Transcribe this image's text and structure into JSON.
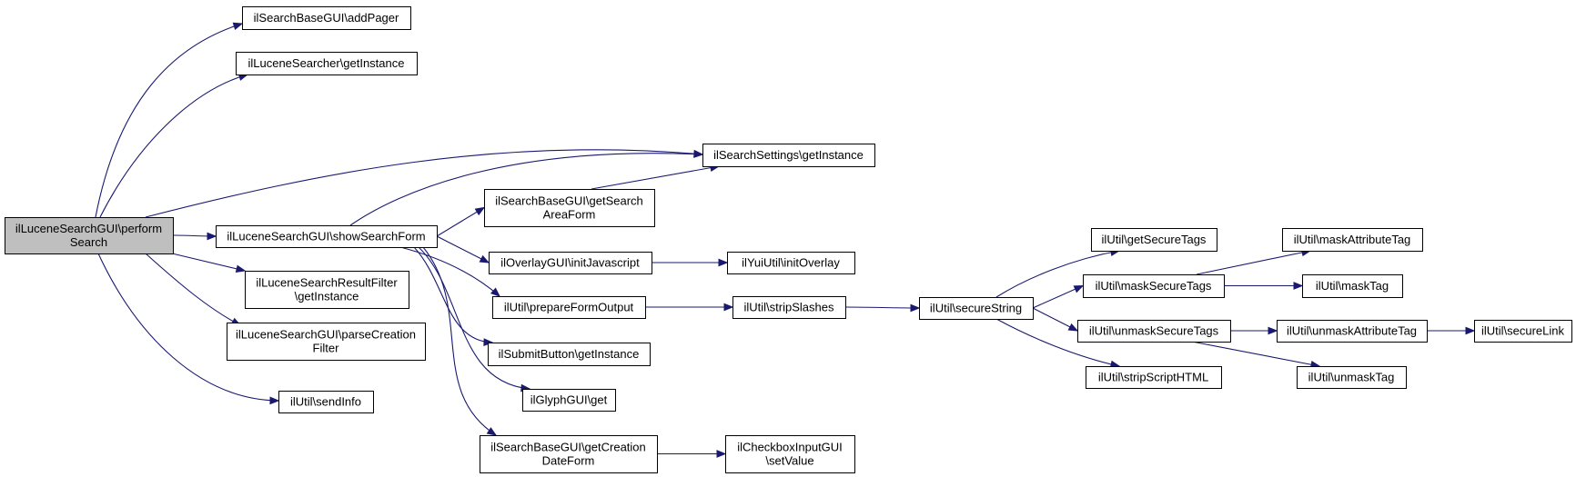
{
  "nodes": [
    {
      "id": "root",
      "lines": [
        "ilLuceneSearchGUI\\perform",
        "Search"
      ],
      "highlight": true
    },
    {
      "id": "addPager",
      "lines": [
        "ilSearchBaseGUI\\addPager"
      ]
    },
    {
      "id": "luceneSearcher",
      "lines": [
        "ilLuceneSearcher\\getInstance"
      ]
    },
    {
      "id": "searchSettings",
      "lines": [
        "ilSearchSettings\\getInstance"
      ]
    },
    {
      "id": "showSearchForm",
      "lines": [
        "ilLuceneSearchGUI\\showSearchForm"
      ]
    },
    {
      "id": "resultFilter",
      "lines": [
        "ilLuceneSearchResultFilter",
        "\\getInstance"
      ]
    },
    {
      "id": "parseCreation",
      "lines": [
        "ilLuceneSearchGUI\\parseCreation",
        "Filter"
      ]
    },
    {
      "id": "sendInfo",
      "lines": [
        "ilUtil\\sendInfo"
      ]
    },
    {
      "id": "searchAreaForm",
      "lines": [
        "ilSearchBaseGUI\\getSearch",
        "AreaForm"
      ]
    },
    {
      "id": "overlayInitJs",
      "lines": [
        "ilOverlayGUI\\initJavascript"
      ]
    },
    {
      "id": "prepareFormOutput",
      "lines": [
        "ilUtil\\prepareFormOutput"
      ]
    },
    {
      "id": "submitButton",
      "lines": [
        "ilSubmitButton\\getInstance"
      ]
    },
    {
      "id": "glyphGet",
      "lines": [
        "ilGlyphGUI\\get"
      ]
    },
    {
      "id": "creationDateForm",
      "lines": [
        "ilSearchBaseGUI\\getCreation",
        "DateForm"
      ]
    },
    {
      "id": "yuiInitOverlay",
      "lines": [
        "ilYuiUtil\\initOverlay"
      ]
    },
    {
      "id": "stripSlashes",
      "lines": [
        "ilUtil\\stripSlashes"
      ]
    },
    {
      "id": "checkboxSetValue",
      "lines": [
        "ilCheckboxInputGUI",
        "\\setValue"
      ]
    },
    {
      "id": "secureString",
      "lines": [
        "ilUtil\\secureString"
      ]
    },
    {
      "id": "getSecureTags",
      "lines": [
        "ilUtil\\getSecureTags"
      ]
    },
    {
      "id": "maskSecureTags",
      "lines": [
        "ilUtil\\maskSecureTags"
      ]
    },
    {
      "id": "unmaskSecureTags",
      "lines": [
        "ilUtil\\unmaskSecureTags"
      ]
    },
    {
      "id": "stripScriptHTML",
      "lines": [
        "ilUtil\\stripScriptHTML"
      ]
    },
    {
      "id": "maskAttributeTag",
      "lines": [
        "ilUtil\\maskAttributeTag"
      ]
    },
    {
      "id": "maskTag",
      "lines": [
        "ilUtil\\maskTag"
      ]
    },
    {
      "id": "unmaskAttributeTag",
      "lines": [
        "ilUtil\\unmaskAttributeTag"
      ]
    },
    {
      "id": "unmaskTag",
      "lines": [
        "ilUtil\\unmaskTag"
      ]
    },
    {
      "id": "secureLink",
      "lines": [
        "ilUtil\\secureLink"
      ]
    }
  ],
  "edges": [
    {
      "from": "root",
      "to": "addPager"
    },
    {
      "from": "root",
      "to": "luceneSearcher"
    },
    {
      "from": "root",
      "to": "searchSettings"
    },
    {
      "from": "root",
      "to": "showSearchForm"
    },
    {
      "from": "root",
      "to": "resultFilter"
    },
    {
      "from": "root",
      "to": "parseCreation"
    },
    {
      "from": "root",
      "to": "sendInfo"
    },
    {
      "from": "showSearchForm",
      "to": "searchSettings"
    },
    {
      "from": "showSearchForm",
      "to": "searchAreaForm"
    },
    {
      "from": "showSearchForm",
      "to": "overlayInitJs"
    },
    {
      "from": "showSearchForm",
      "to": "prepareFormOutput"
    },
    {
      "from": "showSearchForm",
      "to": "submitButton"
    },
    {
      "from": "showSearchForm",
      "to": "glyphGet"
    },
    {
      "from": "showSearchForm",
      "to": "creationDateForm"
    },
    {
      "from": "searchAreaForm",
      "to": "searchSettings"
    },
    {
      "from": "overlayInitJs",
      "to": "yuiInitOverlay"
    },
    {
      "from": "prepareFormOutput",
      "to": "stripSlashes"
    },
    {
      "from": "creationDateForm",
      "to": "checkboxSetValue"
    },
    {
      "from": "stripSlashes",
      "to": "secureString"
    },
    {
      "from": "secureString",
      "to": "getSecureTags"
    },
    {
      "from": "secureString",
      "to": "maskSecureTags"
    },
    {
      "from": "secureString",
      "to": "unmaskSecureTags"
    },
    {
      "from": "secureString",
      "to": "stripScriptHTML"
    },
    {
      "from": "maskSecureTags",
      "to": "maskAttributeTag"
    },
    {
      "from": "maskSecureTags",
      "to": "maskTag"
    },
    {
      "from": "unmaskSecureTags",
      "to": "unmaskAttributeTag"
    },
    {
      "from": "unmaskSecureTags",
      "to": "unmaskTag"
    },
    {
      "from": "unmaskAttributeTag",
      "to": "secureLink"
    }
  ],
  "colors": {
    "edge": "#191970",
    "root_fill": "#bfbfbf",
    "node_fill": "#ffffff",
    "border": "#000000"
  }
}
